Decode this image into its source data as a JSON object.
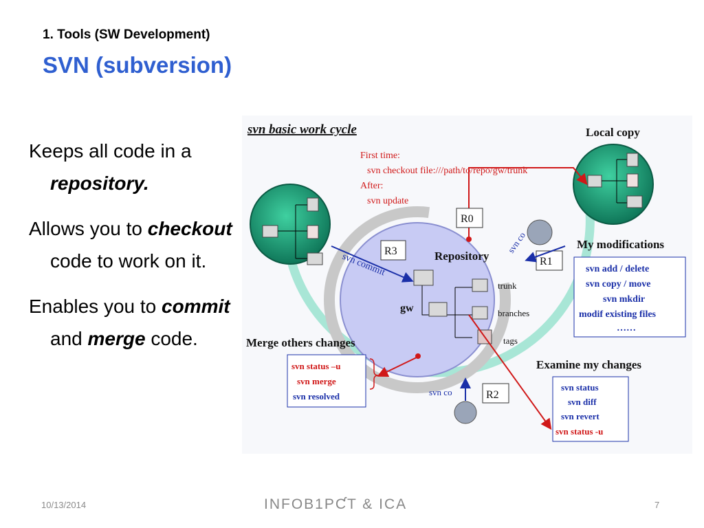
{
  "header": {
    "subtitle": "1. Tools (SW Development)",
    "title": "SVN (subversion)"
  },
  "bullets": [
    {
      "before": "Keeps all code in a ",
      "emphasis": "repository.",
      "after": ""
    },
    {
      "before": "Allows you to ",
      "emphasis": "checkout",
      "after": " code to work on it."
    },
    {
      "before": "Enables you to ",
      "emphasis": "commit",
      "middle": " and ",
      "emphasis2": "merge",
      "after": " code."
    }
  ],
  "diagram": {
    "heading": "svn basic work cycle",
    "local_copy": "Local copy",
    "first_time": {
      "line1": "First time:",
      "line2": "svn checkout file:///path/to/repo/gw/trunk",
      "line3": "After:",
      "line4": "svn update"
    },
    "repository": "Repository",
    "gw": "gw",
    "trunk": "trunk",
    "branches": "branches",
    "tags": "tags",
    "r0": "R0",
    "r1": "R1",
    "r2": "R2",
    "r3": "R3",
    "svn_co_top": "svn co",
    "svn_co_bottom": "svn co",
    "svn_commit": "svn commit",
    "my_modifications": {
      "heading": "My modifications",
      "items": [
        "svn add / delete",
        "svn copy / move",
        "svn mkdir",
        "modif existing files",
        "……"
      ]
    },
    "merge": {
      "heading": "Merge others changes",
      "items": [
        "svn status –u",
        "svn merge",
        "svn resolved"
      ]
    },
    "examine": {
      "heading": "Examine my changes",
      "items": [
        "svn status",
        "svn diff",
        "svn revert",
        "svn status -u"
      ]
    },
    "colors": {
      "red": "#d01818",
      "blue": "#1a2fa8",
      "teal": "#27a98c",
      "ring": "#a8e6d6",
      "repo_fill": "#c8cbf4"
    }
  },
  "footer": {
    "date": "10/13/2014",
    "logo": "INFOB1PƇT & ICA",
    "page": "7"
  }
}
